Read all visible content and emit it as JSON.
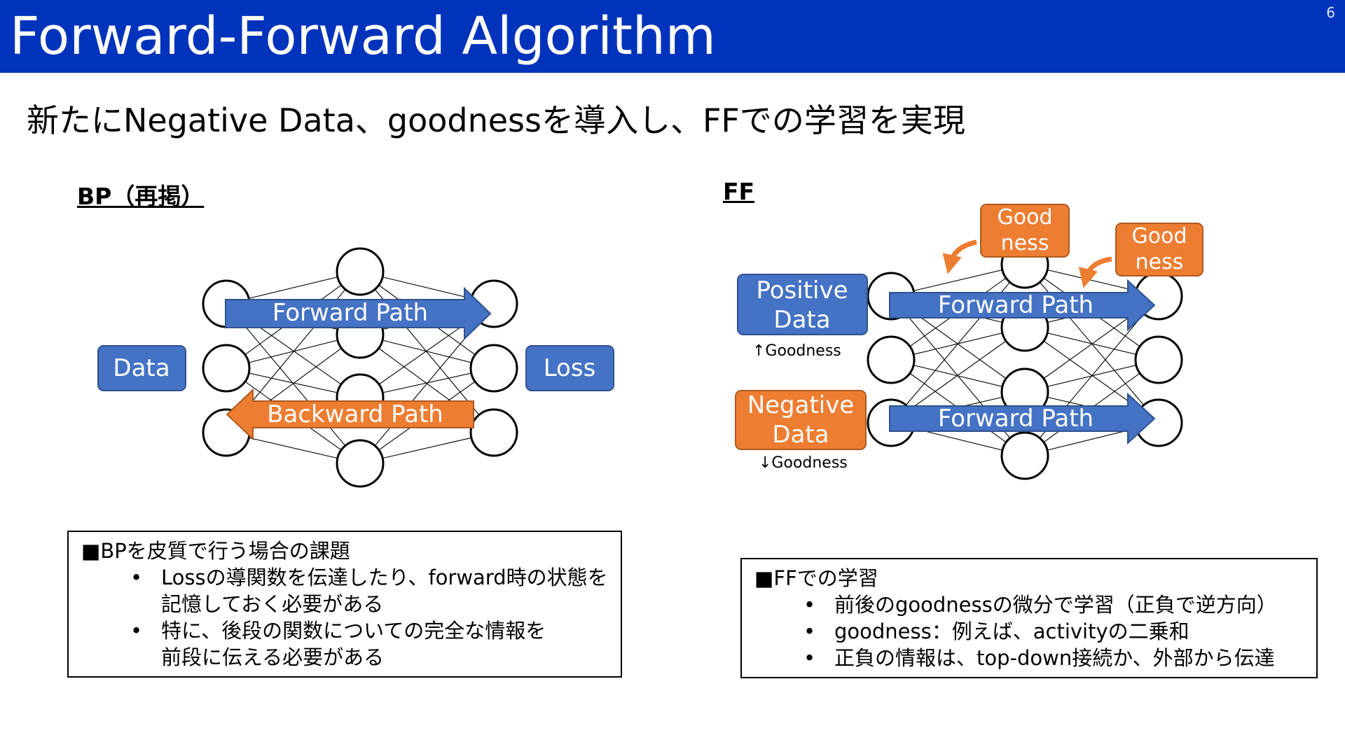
{
  "header": {
    "title": "Forward-Forward Algorithm",
    "page_number": "6"
  },
  "subtitle": "新たにNegative Data、goodnessを導入し、FFでの学習を実現",
  "bp": {
    "heading": "BP（再掲）",
    "data_label": "Data",
    "loss_label": "Loss",
    "forward_path": "Forward Path",
    "backward_path": "Backward Path",
    "info": {
      "title": "■BPを皮質で行う場合の課題",
      "items": [
        {
          "line1": "Lossの導関数を伝達したり、forward時の状態を",
          "line2": "記憶しておく必要がある"
        },
        {
          "line1": "特に、後段の関数についての完全な情報を",
          "line2": "前段に伝える必要がある"
        }
      ]
    }
  },
  "ff": {
    "heading": "FF",
    "positive": {
      "line1": "Positive",
      "line2": "Data",
      "note": "↑Goodness"
    },
    "negative": {
      "line1": "Negative",
      "line2": "Data",
      "note": "↓Goodness"
    },
    "goodness_1": {
      "line1": "Good",
      "line2": "ness"
    },
    "goodness_2": {
      "line1": "Good",
      "line2": "ness"
    },
    "forward_path_top": "Forward Path",
    "forward_path_bottom": "Forward Path",
    "info": {
      "title": "■FFでの学習",
      "items": [
        "前後のgoodnessの微分で学習（正負で逆方向）",
        "goodness：例えば、activityの二乗和",
        "正負の情報は、top-down接続か、外部から伝達"
      ]
    }
  },
  "colors": {
    "title_bar": "#0033bb",
    "blue_fill": "#4472c4",
    "blue_stroke": "#2f528f",
    "orange_fill": "#ed7d31",
    "orange_stroke": "#ae5a21"
  }
}
